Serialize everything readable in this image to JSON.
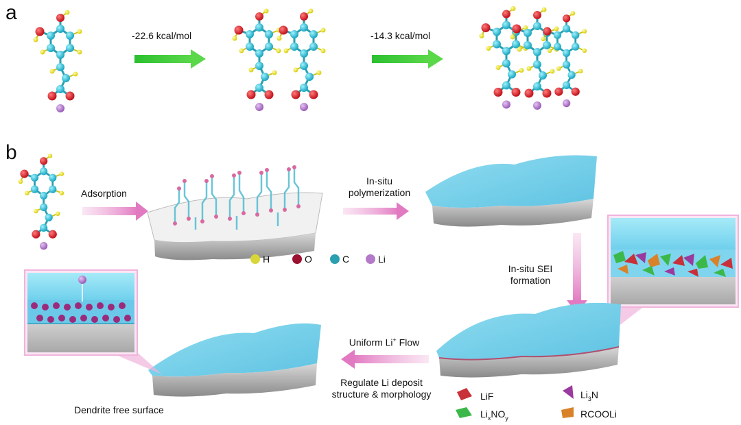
{
  "panel_a": {
    "label": "a",
    "energy_1": "-22.6 kcal/mol",
    "energy_2": "-14.3 kcal/mol"
  },
  "panel_b": {
    "label": "b",
    "step_adsorption": "Adsorption",
    "step_polymerization_line1": "In-situ",
    "step_polymerization_line2": "polymerization",
    "step_sei_line1": "In-situ SEI",
    "step_sei_line2": "formation",
    "flow_label_prefix": "Uniform Li",
    "flow_label_sup": "+",
    "flow_label_suffix": " Flow",
    "regulate_line1": "Regulate Li deposit",
    "regulate_line2": "structure & morphology",
    "dendrite_label": "Dendrite free surface",
    "atom_legend": [
      {
        "symbol": "H",
        "color": "#d9d63a"
      },
      {
        "symbol": "O",
        "color": "#9c1030"
      },
      {
        "symbol": "C",
        "color": "#2a9fb0"
      },
      {
        "symbol": "Li",
        "color": "#b479c8"
      }
    ],
    "sei_legend": [
      {
        "name": "LiF",
        "color": "#c8303a"
      },
      {
        "name": "Li",
        "sub": "3",
        "name_suffix": "N",
        "color": "#9a3a9e"
      },
      {
        "name": "Li",
        "sub": "x",
        "name_suffix": "NO",
        "sub2": "y",
        "color": "#3cb84a"
      },
      {
        "name": "RCOOLi",
        "color": "#d9822a"
      }
    ]
  }
}
